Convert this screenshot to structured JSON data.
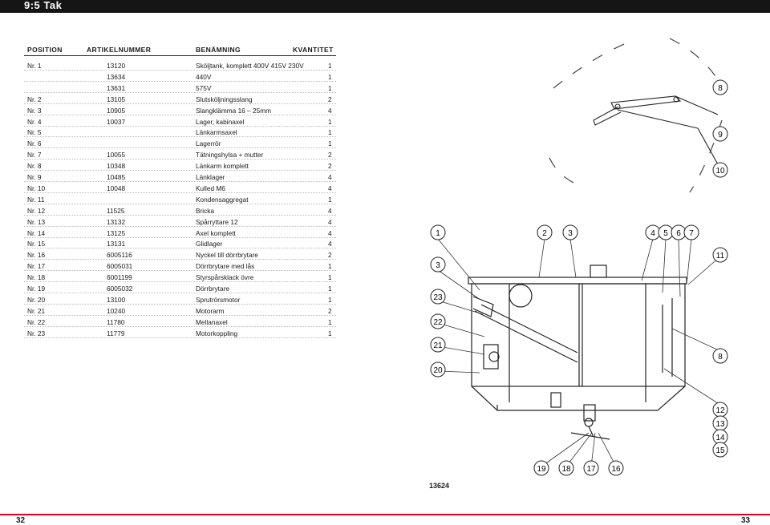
{
  "header": {
    "title": "9:5 Tak"
  },
  "table": {
    "columns": [
      "POSITION",
      "ARTIKELNUMMER",
      "BENÄMNING",
      "KVANTITET"
    ],
    "rows": [
      {
        "pos": "Nr. 1",
        "art": "13120",
        "name": "Sköljtank, komplett 400V 415V 230V",
        "qty": "1"
      },
      {
        "pos": "",
        "art": "13634",
        "name": "440V",
        "qty": "1"
      },
      {
        "pos": "",
        "art": "13631",
        "name": "575V",
        "qty": "1"
      },
      {
        "pos": "Nr. 2",
        "art": "13105",
        "name": "Slutsköljningsslang",
        "qty": "2"
      },
      {
        "pos": "Nr. 3",
        "art": "10905",
        "name": "Slangklämma 16 – 25mm",
        "qty": "4"
      },
      {
        "pos": "Nr. 4",
        "art": "10037",
        "name": "Lager, kabinaxel",
        "qty": "1"
      },
      {
        "pos": "Nr. 5",
        "art": "",
        "name": "Länkarmsaxel",
        "qty": "1"
      },
      {
        "pos": "Nr. 6",
        "art": "",
        "name": "Lagerrör",
        "qty": "1"
      },
      {
        "pos": "Nr. 7",
        "art": "10055",
        "name": "Tätningshylsa + mutter",
        "qty": "2"
      },
      {
        "pos": "Nr. 8",
        "art": "10348",
        "name": "Länkarm komplett",
        "qty": "2"
      },
      {
        "pos": "Nr. 9",
        "art": "10485",
        "name": "Länklager",
        "qty": "4"
      },
      {
        "pos": "Nr. 10",
        "art": "10048",
        "name": "Kulled M6",
        "qty": "4"
      },
      {
        "pos": "Nr. 11",
        "art": "",
        "name": "Kondensaggregat",
        "qty": "1"
      },
      {
        "pos": "Nr. 12",
        "art": "11525",
        "name": "Bricka",
        "qty": "4"
      },
      {
        "pos": "Nr. 13",
        "art": "13132",
        "name": "Spårryttare 12",
        "qty": "4"
      },
      {
        "pos": "Nr. 14",
        "art": "13125",
        "name": "Axel komplett",
        "qty": "4"
      },
      {
        "pos": "Nr. 15",
        "art": "13131",
        "name": "Glidlager",
        "qty": "4"
      },
      {
        "pos": "Nr. 16",
        "art": "6005116",
        "name": "Nyckel till dörrbrytare",
        "qty": "2"
      },
      {
        "pos": "Nr. 17",
        "art": "6005031",
        "name": "Dörrbrytare med lås",
        "qty": "1"
      },
      {
        "pos": "Nr. 18",
        "art": "6001199",
        "name": "Styrspårsklack övre",
        "qty": "1"
      },
      {
        "pos": "Nr. 19",
        "art": "6005032",
        "name": "Dörrbrytare",
        "qty": "1"
      },
      {
        "pos": "Nr. 20",
        "art": "13100",
        "name": "Sprutrörsmotor",
        "qty": "1"
      },
      {
        "pos": "Nr. 21",
        "art": "10240",
        "name": "Motorarm",
        "qty": "2"
      },
      {
        "pos": "Nr. 22",
        "art": "11780",
        "name": "Mellanaxel",
        "qty": "1"
      },
      {
        "pos": "Nr. 23",
        "art": "11779",
        "name": "Motorkoppling",
        "qty": "1"
      }
    ]
  },
  "diagram": {
    "labels": {
      "c1": "1",
      "c2": "2",
      "c3": "3",
      "c4": "4",
      "c5": "5",
      "c6": "6",
      "c7": "7",
      "c8a": "8",
      "c9": "9",
      "c10": "10",
      "c11": "11",
      "c3b": "3",
      "c23": "23",
      "c22": "22",
      "c21": "21",
      "c20": "20",
      "c8b": "8",
      "c12": "12",
      "c13": "13",
      "c14": "14",
      "c15": "15",
      "c19": "19",
      "c18": "18",
      "c17": "17",
      "c16": "16"
    },
    "article_number": "13624"
  },
  "footer": {
    "page_left": "32",
    "page_right": "33"
  },
  "colors": {
    "title_bar": "#151515",
    "page_bar": "#e2001a"
  }
}
